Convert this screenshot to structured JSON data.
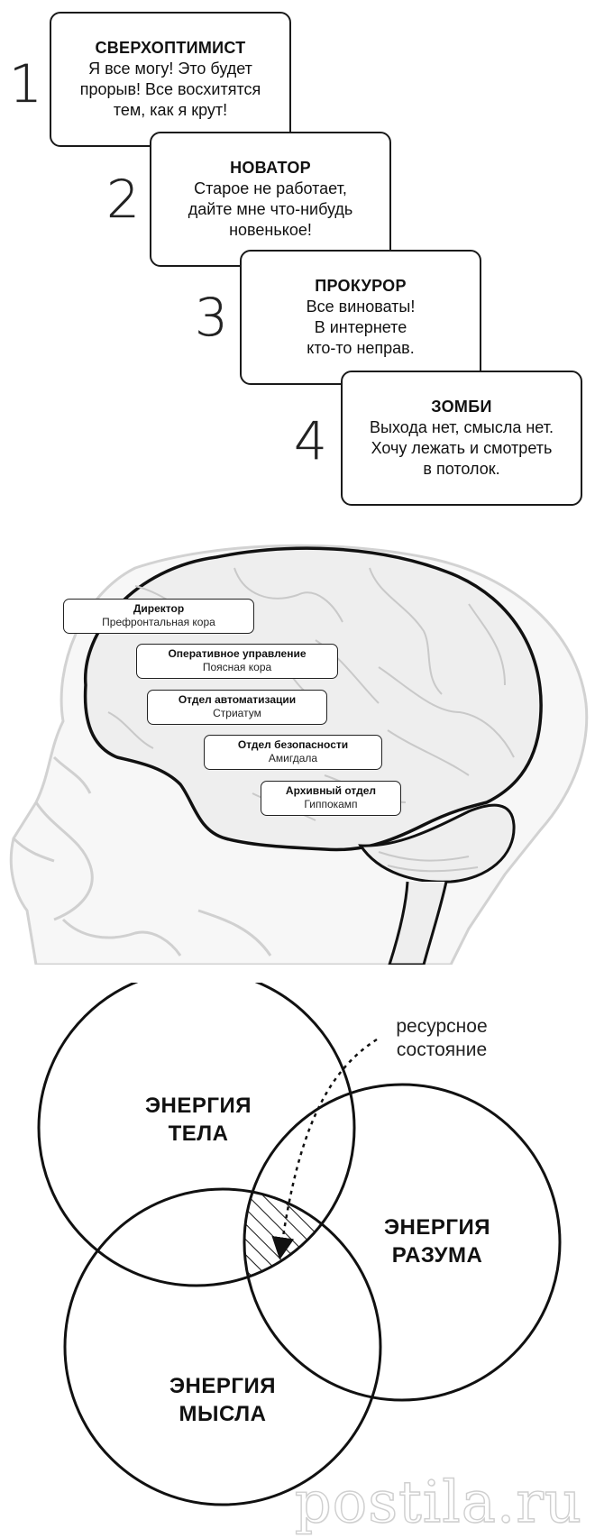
{
  "stages": [
    {
      "number": "1",
      "title": "СВЕРХОПТИМИСТ",
      "desc": "Я все могу! Это будет\nпрорыв! Все восхитятся\nтем, как я крут!"
    },
    {
      "number": "2",
      "title": "НОВАТОР",
      "desc": "Старое не работает,\nдайте мне что-нибудь\nновенькое!"
    },
    {
      "number": "3",
      "title": "ПРОКУРОР",
      "desc": "Все виноваты!\nВ интернете\nкто-то неправ."
    },
    {
      "number": "4",
      "title": "ЗОМБИ",
      "desc": "Выхода нет, смысла нет.\nХочу лежать и смотреть\nв потолок."
    }
  ],
  "brain": {
    "labels": [
      {
        "title": "Директор",
        "subtitle": "Префронтальная кора"
      },
      {
        "title": "Оперативное управление",
        "subtitle": "Поясная кора"
      },
      {
        "title": "Отдел автоматизации",
        "subtitle": "Стриатум"
      },
      {
        "title": "Отдел безопасности",
        "subtitle": "Амигдала"
      },
      {
        "title": "Архивный отдел",
        "subtitle": "Гиппокамп"
      }
    ]
  },
  "venn": {
    "body": "ЭНЕРГИЯ\nТЕЛА",
    "mind": "ЭНЕРГИЯ\nРАЗУМА",
    "thought": "ЭНЕРГИЯ\nМЫСЛА",
    "note": "ресурсное\nсостояние"
  },
  "watermark": "postila.ru"
}
